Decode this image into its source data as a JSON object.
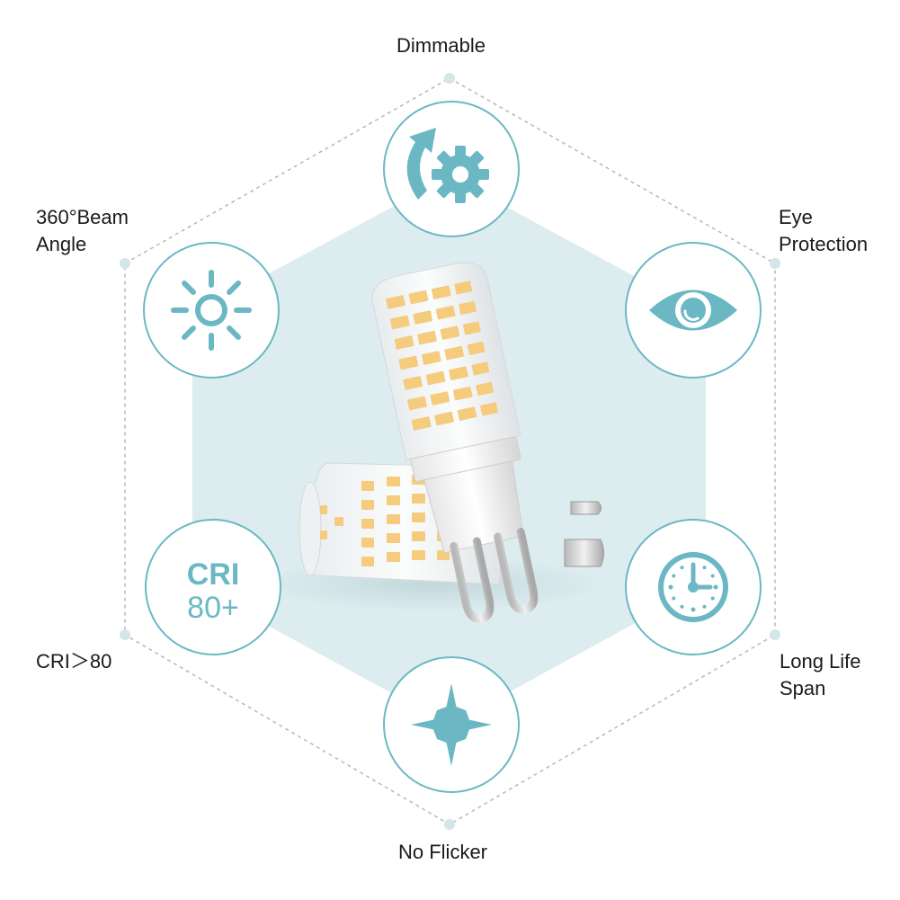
{
  "colors": {
    "accent": "#6bb8c4",
    "hexagon_fill": "#dcecef",
    "outline_dash": "#b8b8b8",
    "bulb_led": "#f5cb7e",
    "text": "#1a1a1a"
  },
  "features": {
    "dimmable": {
      "lines": [
        "Dimmable"
      ],
      "icon": "dimmer-gear-icon"
    },
    "eye_protection": {
      "lines": [
        "Eye",
        "Protection"
      ],
      "icon": "eye-icon"
    },
    "beam_angle": {
      "lines": [
        "360°Beam",
        "Angle"
      ],
      "icon": "sun-icon"
    },
    "cri": {
      "lines": [
        "CRI＞80"
      ],
      "icon_lines": [
        "CRI",
        "80+"
      ]
    },
    "long_life": {
      "lines": [
        "Long Life",
        "Span"
      ],
      "icon": "clock-icon"
    },
    "no_flicker": {
      "lines": [
        "No Flicker"
      ],
      "icon": "sparkle-star-icon"
    }
  },
  "product": {
    "image": "g9-led-bulb-pair"
  }
}
